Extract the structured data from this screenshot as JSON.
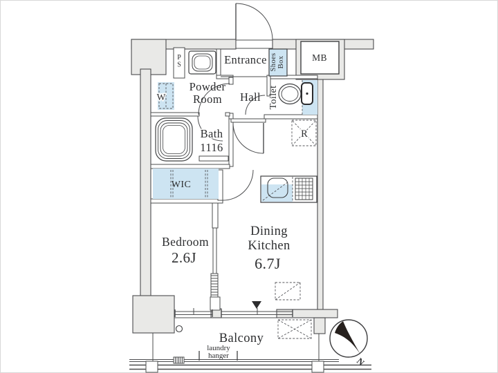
{
  "rooms": {
    "entrance": {
      "label": "Entrance"
    },
    "shoes_box": {
      "line1": "Shoes",
      "line2": "Box"
    },
    "ps": {
      "label": "PS"
    },
    "mb": {
      "label": "MB"
    },
    "powder_room": {
      "line1": "Powder",
      "line2": "Room"
    },
    "hall": {
      "label": "Hall"
    },
    "toilet": {
      "label": "Toilet"
    },
    "washer": {
      "label": "W"
    },
    "bath": {
      "label": "Bath",
      "size": "1116"
    },
    "wic": {
      "label": "WIC"
    },
    "fridge": {
      "label": "R"
    },
    "bedroom": {
      "label": "Bedroom",
      "size": "2.6J"
    },
    "dining_kitchen": {
      "line1": "Dining",
      "line2": "Kitchen",
      "size": "6.7J"
    },
    "balcony": {
      "label": "Balcony",
      "laundry_line1": "laundry",
      "laundry_line2": "hanger"
    }
  },
  "compass": {
    "north": "N"
  },
  "colors": {
    "wall_fill": "#e9e9e7",
    "water_fixture_blue": "#cde4f2",
    "line": "#4b4c4e",
    "compass_needle": "#26201d"
  },
  "icons": {
    "compass-needle-icon": "black kite shape",
    "bathtub-icon": "nested rounded rectangles",
    "toilet-icon": "bowl and tank",
    "washbasin-icon": "rounded square basin",
    "kitchen-sink-icon": "rounded square on blue counter",
    "stove-icon": "hatched grid burners",
    "entrance-door-icon": "quarter-circle swing arc"
  }
}
